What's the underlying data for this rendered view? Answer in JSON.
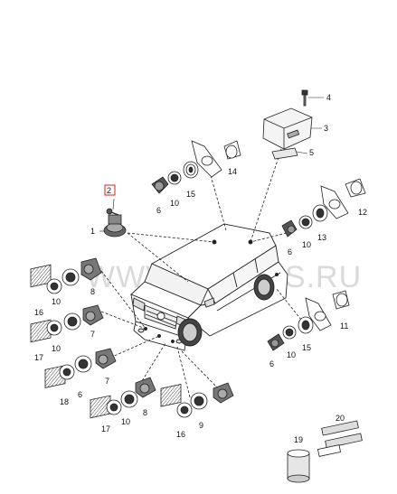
{
  "watermark": "WWW.ELCATS.RU",
  "labels": {
    "n1": "1",
    "n2": "2",
    "n3": "3",
    "n4": "4",
    "n5": "5",
    "n6a": "6",
    "n6b": "6",
    "n6c": "6",
    "n6d": "6",
    "n7a": "7",
    "n7b": "7",
    "n8a": "8",
    "n8b": "8",
    "n9": "9",
    "n10a": "10",
    "n10b": "10",
    "n10c": "10",
    "n10d": "10",
    "n10e": "10",
    "n10f": "10",
    "n11": "11",
    "n12": "12",
    "n13": "13",
    "n14": "14",
    "n15a": "15",
    "n15b": "15",
    "n16a": "16",
    "n16b": "16",
    "n17a": "17",
    "n17b": "17",
    "n18": "18",
    "n19": "19",
    "n20": "20"
  },
  "highlight_color": "#d22020"
}
